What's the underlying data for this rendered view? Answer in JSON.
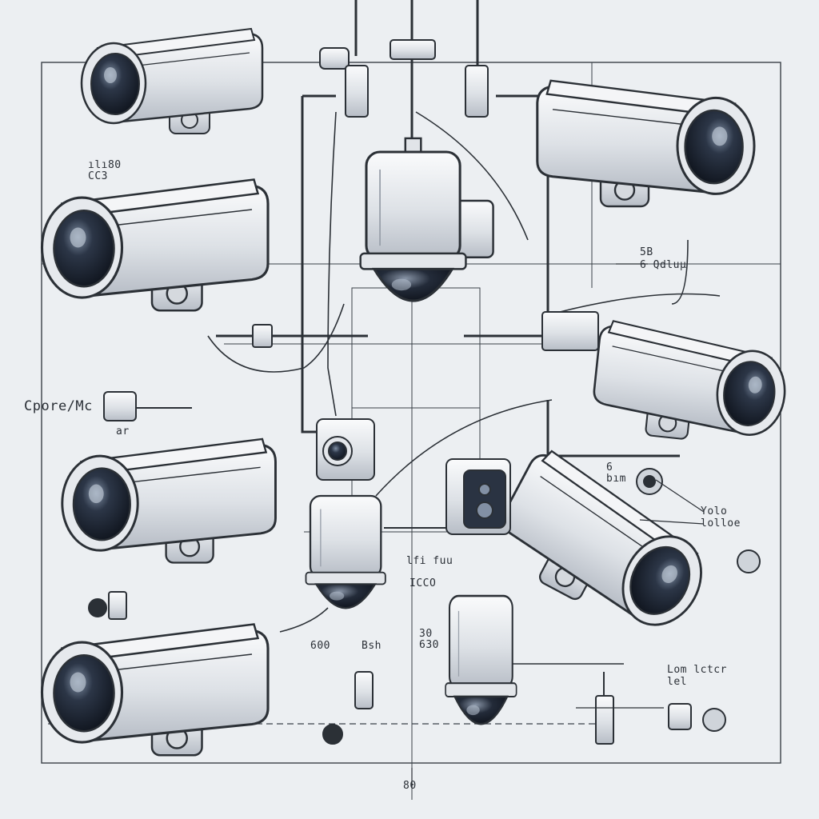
{
  "diagram": {
    "ink_color": "#2b3036",
    "paper_color": "#eceff2",
    "shadow_color": "#c9ced6",
    "lens_color": "#1c2433",
    "labels": {
      "left_connector": "Cpore/Mc",
      "left_connector_sub": "ar",
      "top_left": "ılı80\nCC3",
      "right_top": "5B\n6 Qdluµ",
      "right_mid_a": "6\nbım",
      "right_mid_b": "Yolo\nlolloe",
      "center_a": "lfi fuu",
      "center_b": "ICCO",
      "bottom_a": "600",
      "bottom_b": "Bsh",
      "bottom_c": "30\n630",
      "right_bottom": "Lom lctcr\nlel",
      "bottom_center": "80"
    }
  }
}
